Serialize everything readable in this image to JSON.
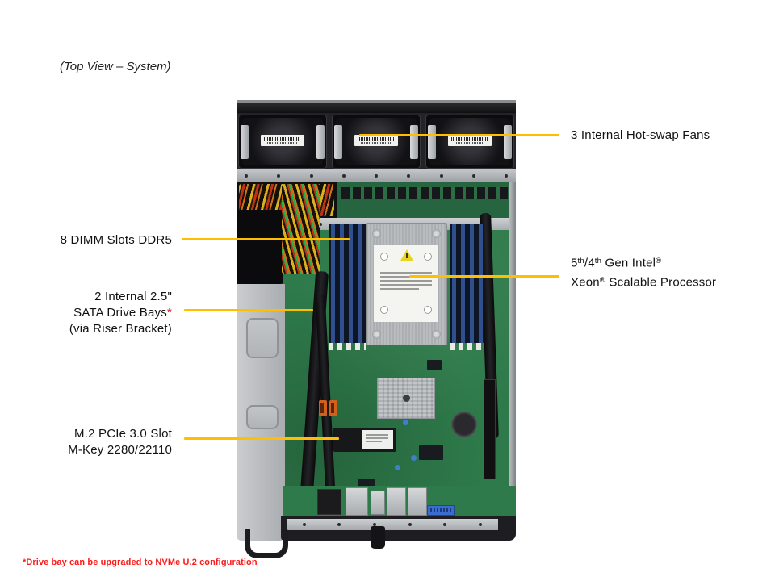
{
  "title": "(Top View – System)",
  "callouts": {
    "fans": {
      "label": "3 Internal Hot-swap Fans"
    },
    "dimm": {
      "label": "8 DIMM Slots DDR5"
    },
    "processor": {
      "n1": "5",
      "sup1": "th",
      "n2": "/4",
      "sup2": "th",
      "gen": " Gen Intel",
      "reg1": "®",
      "xeon": "Xeon",
      "reg2": "®",
      "rest": " Scalable Processor"
    },
    "sata": {
      "line1": "2 Internal 2.5\"",
      "line2": "SATA Drive Bays",
      "star": "*",
      "line3": "(via Riser Bracket)"
    },
    "m2": {
      "line1": "M.2 PCIe 3.0 Slot",
      "line2": "M-Key 2280/22110"
    }
  },
  "footnote": "*Drive bay can be upgraded to NVMe U.2 configuration",
  "colors": {
    "callout_line": "#FFBF00",
    "footnote_red": "#FF1A1A",
    "asterisk_red": "#E8000D",
    "pcb_green": "#2E7A4A",
    "dimm_blue": "#2F4F8D"
  }
}
